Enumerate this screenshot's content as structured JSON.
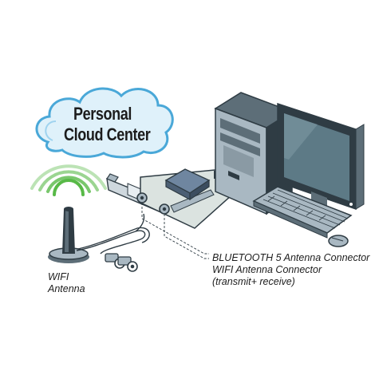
{
  "cloud": {
    "line1": "Personal",
    "line2": "Cloud Center"
  },
  "wifi_antenna": {
    "line1": "WIFI",
    "line2": "Antenna"
  },
  "connectors": {
    "line1": "BLUETOOTH 5 Antenna Connector",
    "line2": "WIFI Antenna Connector",
    "line3": "(transmit+ receive)"
  },
  "colors": {
    "cloud_fill": "#dff1fa",
    "cloud_edge": "#4aa8d8",
    "signal_green": "#58b947",
    "pc_dark": "#2f3c44",
    "pc_mid": "#5d6e78",
    "pc_light": "#a9b8c2",
    "card_blue": "#6f86a0",
    "board_green": "#7c8e86"
  }
}
